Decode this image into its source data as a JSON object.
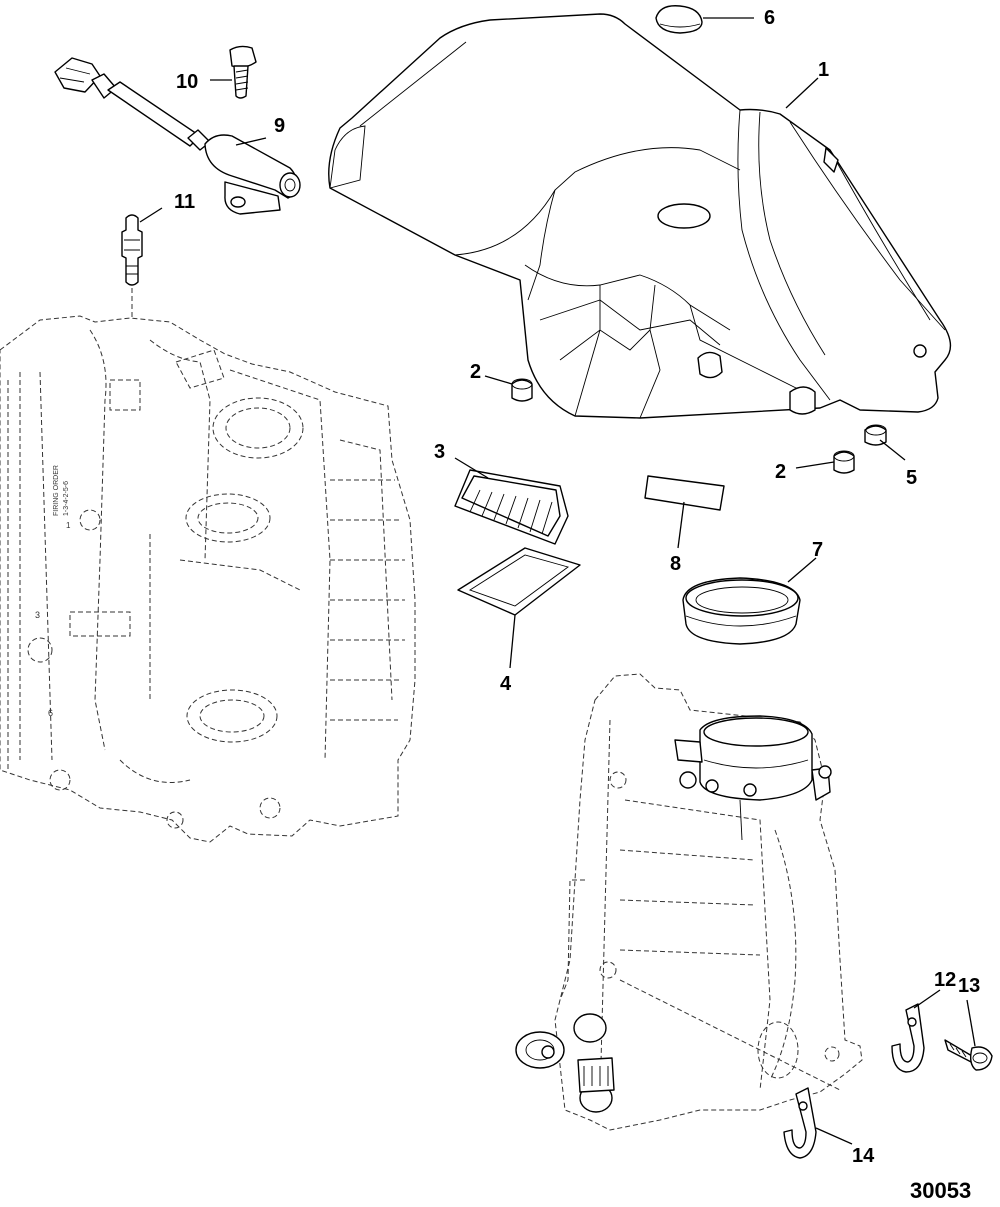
{
  "callouts": [
    {
      "id": "c1",
      "label": "1"
    },
    {
      "id": "c2a",
      "label": "2"
    },
    {
      "id": "c2b",
      "label": "2"
    },
    {
      "id": "c3",
      "label": "3"
    },
    {
      "id": "c4",
      "label": "4"
    },
    {
      "id": "c5",
      "label": "5"
    },
    {
      "id": "c6",
      "label": "6"
    },
    {
      "id": "c7",
      "label": "7"
    },
    {
      "id": "c8",
      "label": "8"
    },
    {
      "id": "c9",
      "label": "9"
    },
    {
      "id": "c10",
      "label": "10"
    },
    {
      "id": "c11",
      "label": "11"
    },
    {
      "id": "c12",
      "label": "12"
    },
    {
      "id": "c13",
      "label": "13"
    },
    {
      "id": "c14",
      "label": "14"
    }
  ],
  "figure_ref": "30053",
  "cylinder_block_text": {
    "line1": "FIRING ORDER",
    "line2": "1-3-4-2-5-6",
    "cyl_3": "3",
    "cyl_6": "6",
    "cyl_1": "1"
  }
}
